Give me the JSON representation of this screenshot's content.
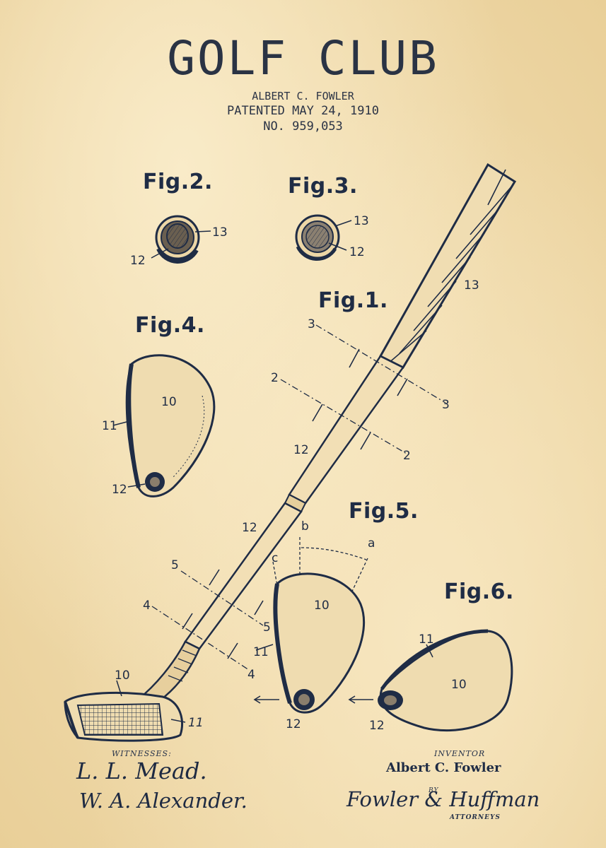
{
  "header": {
    "title": "GOLF CLUB",
    "inventor_line": "ALBERT C. FOWLER",
    "patented_line": "PATENTED MAY 24, 1910",
    "number_line": "NO. 959,053"
  },
  "figures": {
    "fig1": "Fig.1.",
    "fig2": "Fig.2.",
    "fig3": "Fig.3.",
    "fig4": "Fig.4.",
    "fig5": "Fig.5.",
    "fig6": "Fig.6."
  },
  "refs": {
    "n2": "2",
    "n3": "3",
    "n4": "4",
    "n5": "5",
    "n10": "10",
    "n11": "11",
    "n12": "12",
    "n13": "13",
    "a": "a",
    "b": "b",
    "c": "c"
  },
  "footer": {
    "witnesses_label": "WITNESSES:",
    "witness1": "L. L. Mead.",
    "witness2": "W. A. Alexander.",
    "inventor_label": "INVENTOR",
    "inventor_name": "Albert C. Fowler",
    "by_label": "BY",
    "attorney_signature": "Fowler & Huffman",
    "attorneys_label": "ATTORNEYS"
  },
  "colors": {
    "paper": "#f3e1b8",
    "ink": "#1f2c45"
  }
}
